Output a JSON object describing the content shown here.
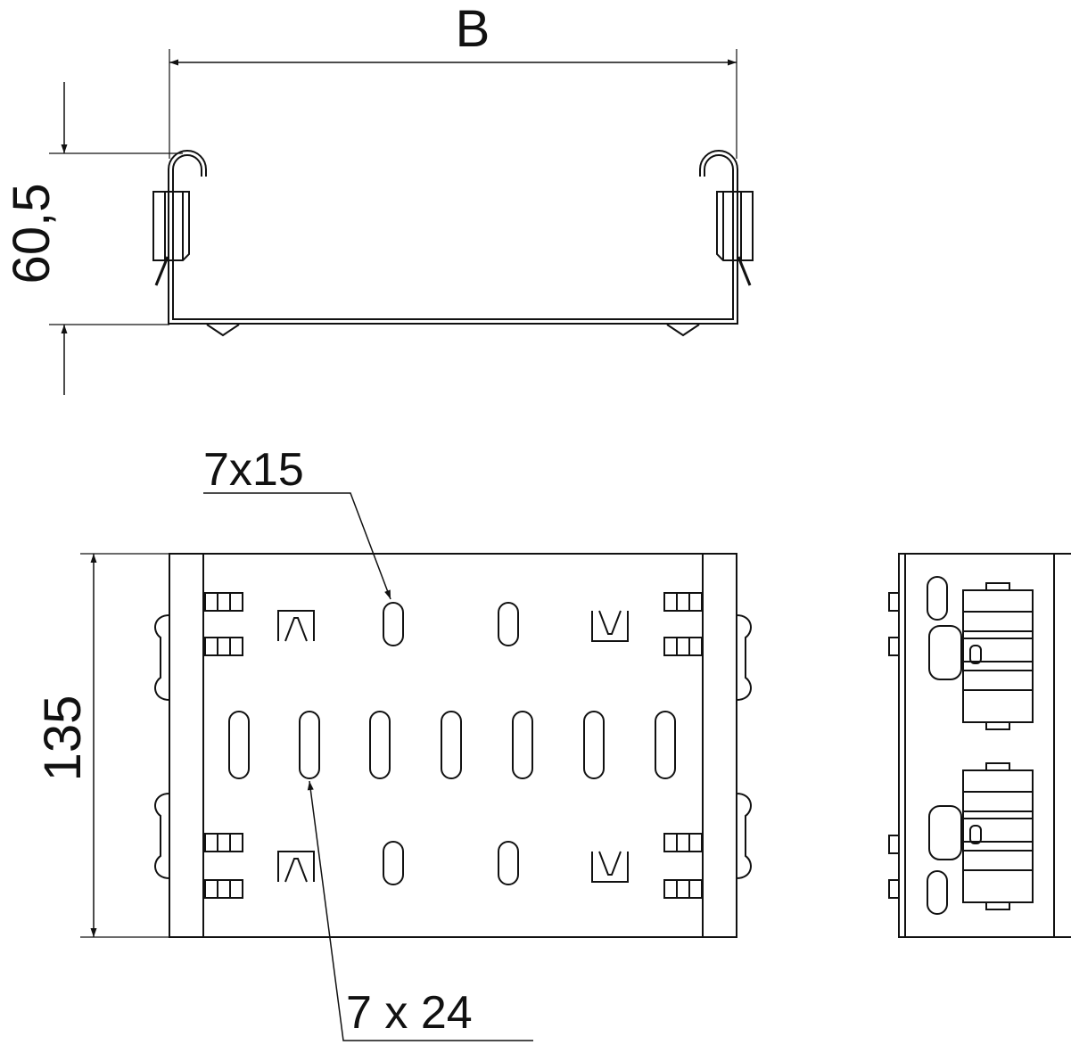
{
  "dimensions": {
    "width_label": "B",
    "height_label": "60,5",
    "length_label": "135",
    "small_slot_label": "7x15",
    "long_slot_label": "7 x 24"
  },
  "colors": {
    "line": "#111111",
    "background": "#ffffff"
  }
}
